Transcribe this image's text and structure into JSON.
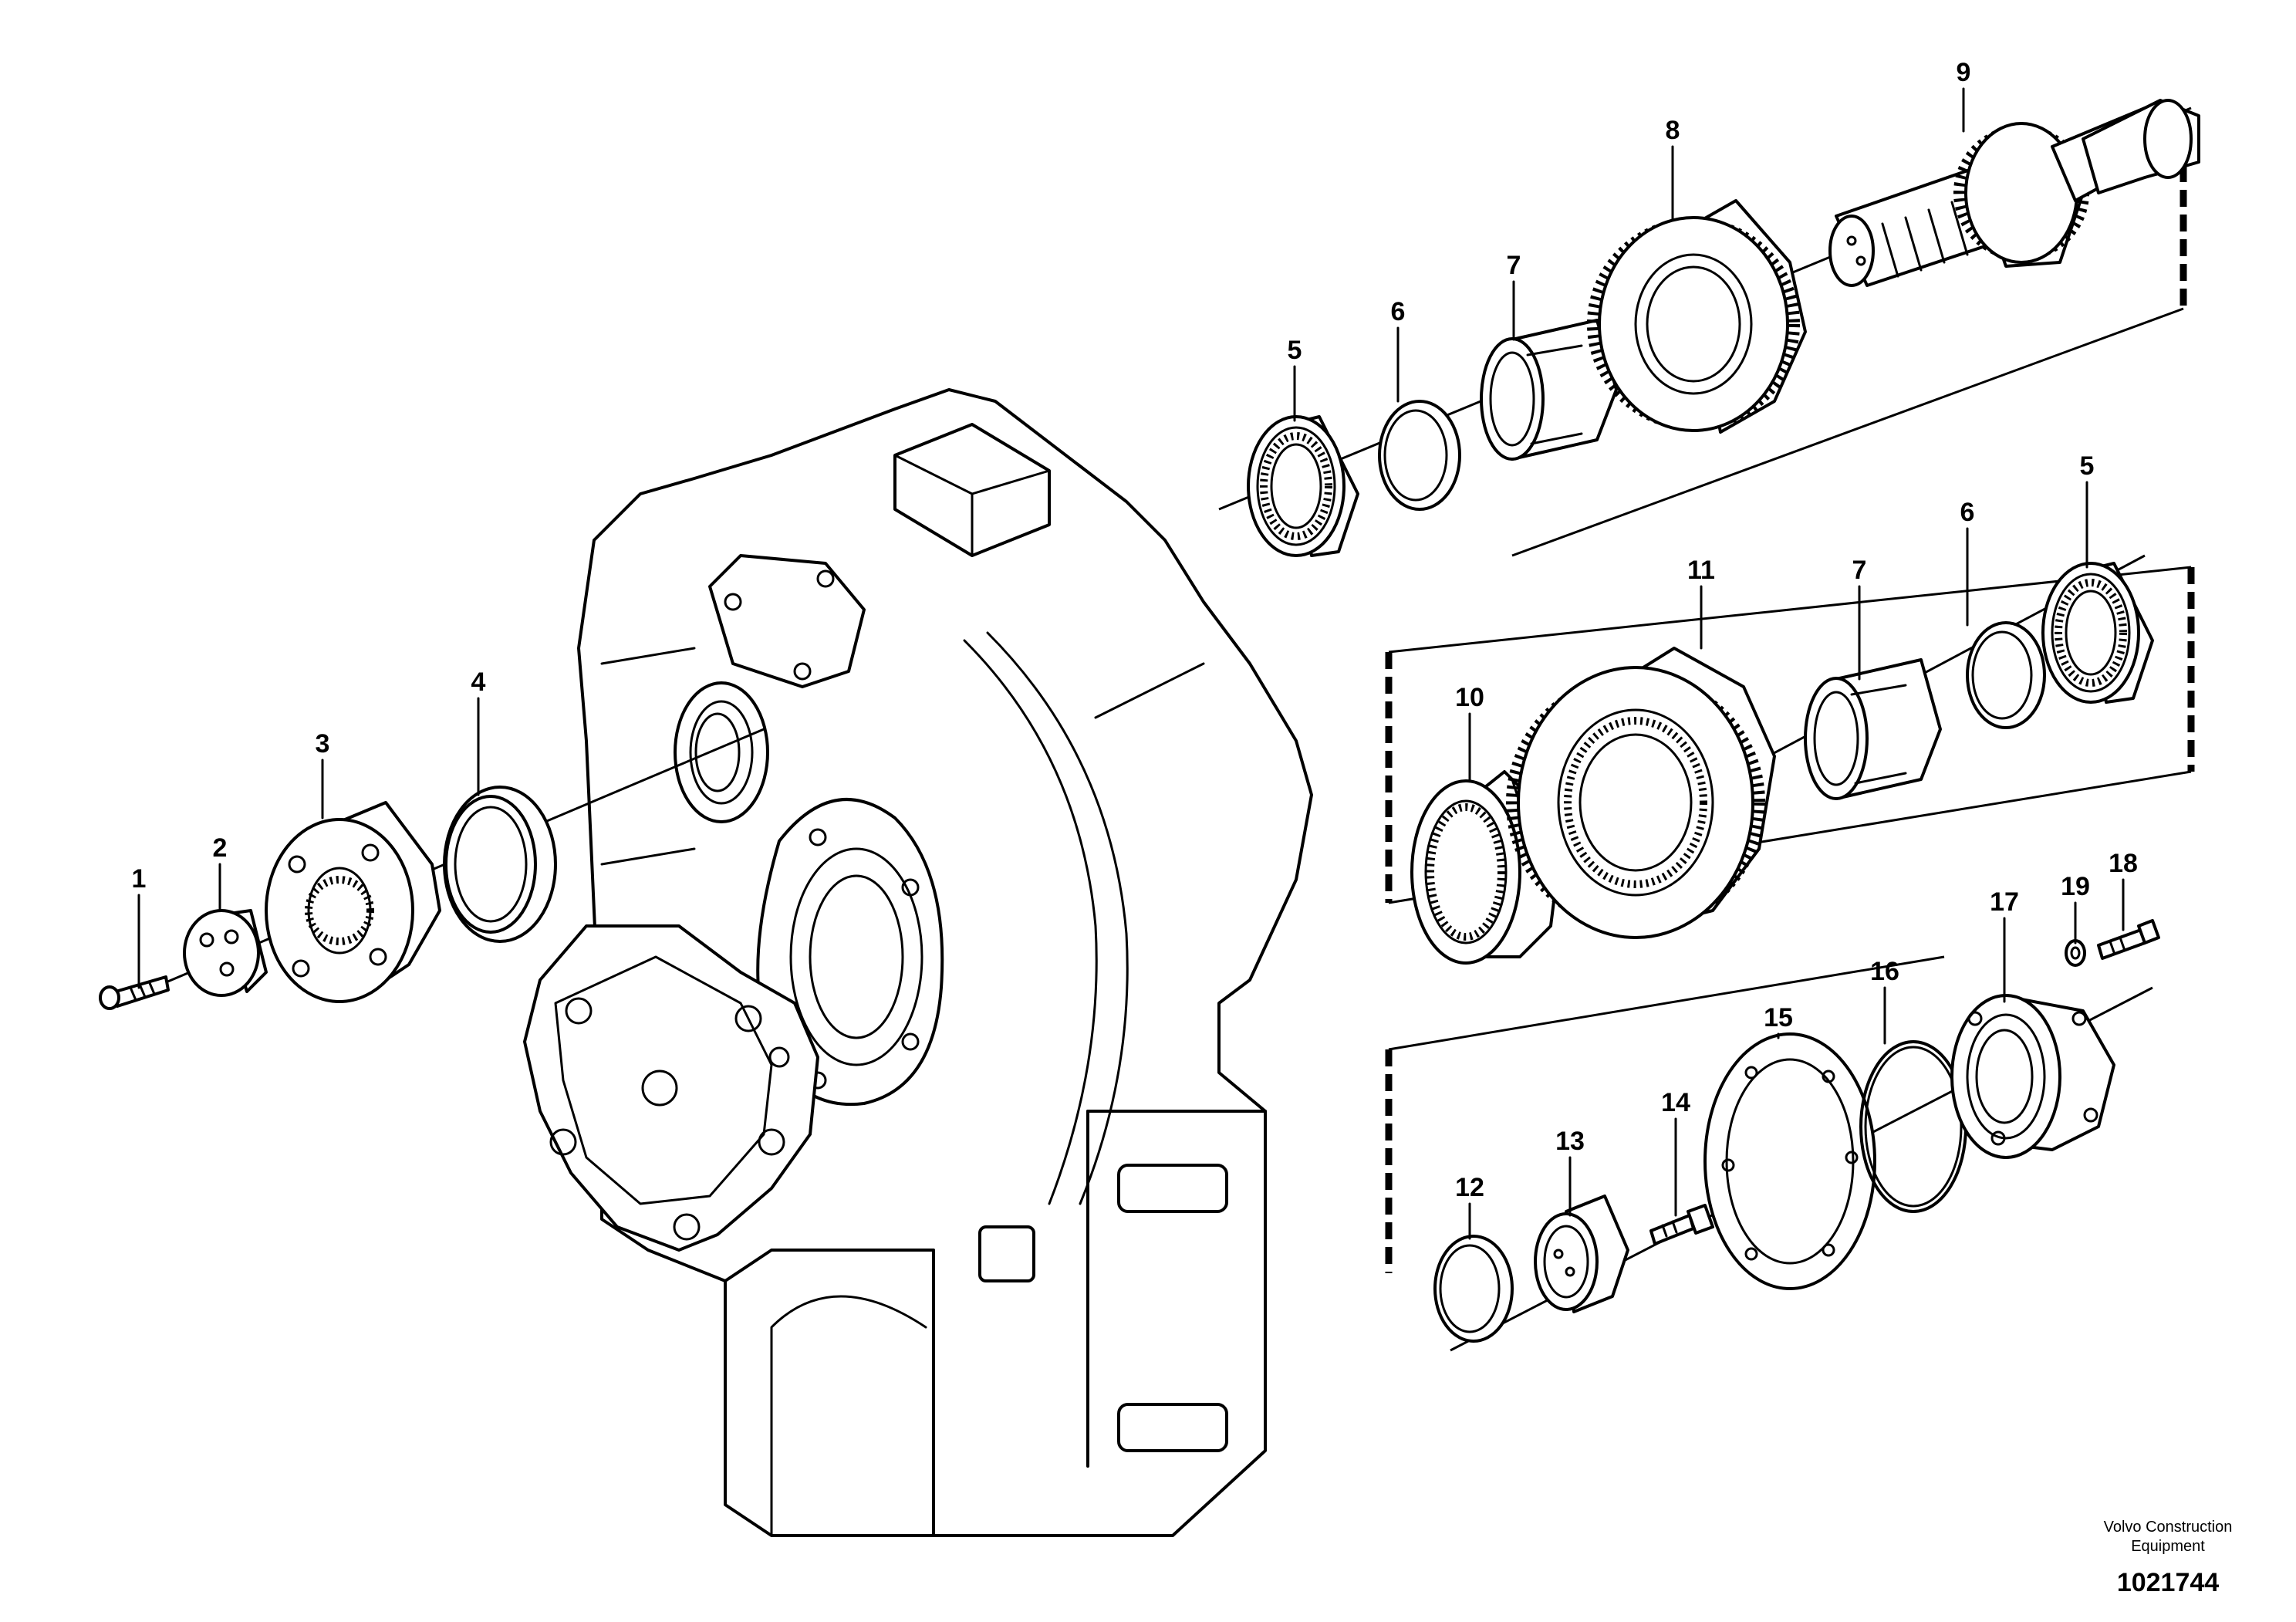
{
  "labels": {
    "p1": "1",
    "p2": "2",
    "p3": "3",
    "p4": "4",
    "p5a": "5",
    "p6a": "6",
    "p7a": "7",
    "p8": "8",
    "p9": "9",
    "p5b": "5",
    "p6b": "6",
    "p7b": "7",
    "p10": "10",
    "p11": "11",
    "p12": "12",
    "p13": "13",
    "p14": "14",
    "p15": "15",
    "p16": "16",
    "p17": "17",
    "p18": "18",
    "p19": "19"
  },
  "footer": {
    "brand_line1": "Volvo Construction",
    "brand_line2": "Equipment",
    "drawing_number": "1021744"
  },
  "icons": [
    "transfer-case-housing-icon",
    "gear-icon",
    "bearing-icon",
    "shaft-icon",
    "flange-icon",
    "bolt-icon",
    "seal-ring-icon"
  ]
}
